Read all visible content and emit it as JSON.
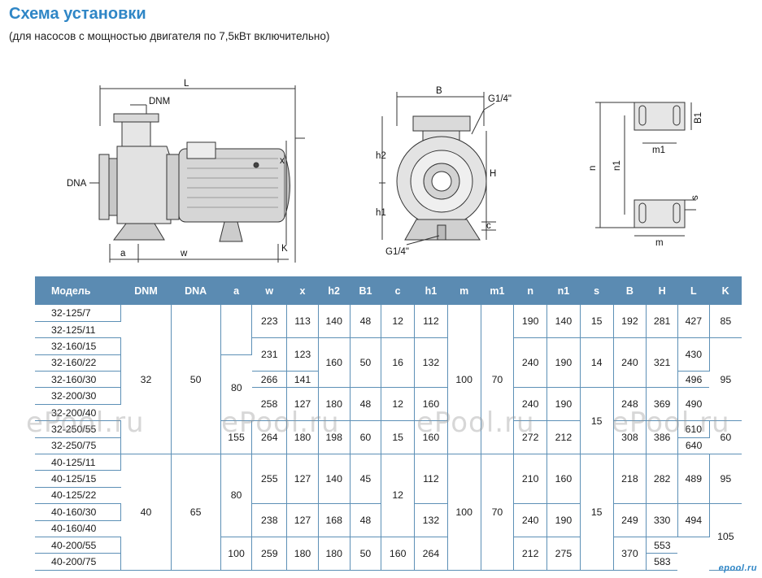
{
  "title": "Схема установки",
  "subtitle": "(для насосов с мощностью двигателя по 7,5кВт включительно)",
  "drawing_labels": {
    "L": "L",
    "DNM": "DNM",
    "DNA": "DNA",
    "x": "x",
    "a": "a",
    "w": "w",
    "K": "K",
    "B": "B",
    "G14_top": "G1/4\"",
    "G14_bottom": "G1/4\"",
    "h2": "h2",
    "H": "H",
    "h1": "h1",
    "c": "c",
    "B1": "B1",
    "m1": "m1",
    "n": "n",
    "n1": "n1",
    "s": "s",
    "m": "m"
  },
  "table": {
    "headers": [
      "Модель",
      "DNM",
      "DNA",
      "a",
      "w",
      "x",
      "h2",
      "B1",
      "c",
      "h1",
      "m",
      "m1",
      "n",
      "n1",
      "s",
      "B",
      "H",
      "L",
      "K"
    ],
    "rows": [
      [
        {
          "text": "32-125/7"
        },
        {
          "text": "32",
          "rs": 9
        },
        {
          "text": "50",
          "rs": 9
        },
        {
          "text": "",
          "rs": 3
        },
        {
          "text": "223",
          "rs": 2
        },
        {
          "text": "113",
          "rs": 2
        },
        {
          "text": "140",
          "rs": 2
        },
        {
          "text": "48",
          "rs": 2
        },
        {
          "text": "12",
          "rs": 2
        },
        {
          "text": "112",
          "rs": 2
        },
        {
          "text": "100",
          "rs": 9
        },
        {
          "text": "70",
          "rs": 9
        },
        {
          "text": "190",
          "rs": 2
        },
        {
          "text": "140",
          "rs": 2
        },
        {
          "text": "15",
          "rs": 2
        },
        {
          "text": "192",
          "rs": 2
        },
        {
          "text": "281",
          "rs": 2
        },
        {
          "text": "427",
          "rs": 2
        },
        {
          "text": "85",
          "rs": 2
        }
      ],
      [
        {
          "text": "32-125/11"
        }
      ],
      [
        {
          "text": "32-160/15"
        },
        {
          "text": "231",
          "rs": 2
        },
        {
          "text": "123",
          "rs": 2
        },
        {
          "text": "160",
          "rs": 3
        },
        {
          "text": "50",
          "rs": 3
        },
        {
          "text": "16",
          "rs": 3
        },
        {
          "text": "132",
          "rs": 3
        },
        {
          "text": "240",
          "rs": 3
        },
        {
          "text": "190",
          "rs": 3
        },
        {
          "text": "14",
          "rs": 3
        },
        {
          "text": "240",
          "rs": 3
        },
        {
          "text": "321",
          "rs": 3
        },
        {
          "text": "430",
          "rs": 2
        },
        {
          "text": "95",
          "rs": 5
        }
      ],
      [
        {
          "text": "32-160/22"
        },
        {
          "text": "80",
          "rs": 4
        }
      ],
      [
        {
          "text": "32-160/30"
        },
        {
          "text": "266"
        },
        {
          "text": "141"
        },
        {
          "text": "496"
        }
      ],
      [
        {
          "text": "32-200/30"
        },
        {
          "text": "258",
          "rs": 2
        },
        {
          "text": "127",
          "rs": 2
        },
        {
          "text": "180",
          "rs": 2
        },
        {
          "text": "48",
          "rs": 2
        },
        {
          "text": "12",
          "rs": 2
        },
        {
          "text": "160",
          "rs": 2
        },
        {
          "text": "240",
          "rs": 2
        },
        {
          "text": "190",
          "rs": 2
        },
        {
          "text": "15",
          "rs": 4
        },
        {
          "text": "248",
          "rs": 2
        },
        {
          "text": "369",
          "rs": 2
        },
        {
          "text": "490",
          "rs": 2
        }
      ],
      [
        {
          "text": "32-200/40"
        }
      ],
      [
        {
          "text": "32-250/55"
        },
        {
          "text": "155",
          "rs": 2
        },
        {
          "text": "264",
          "rs": 2
        },
        {
          "text": "180",
          "rs": 2
        },
        {
          "text": "198",
          "rs": 2
        },
        {
          "text": "60",
          "rs": 2
        },
        {
          "text": "15",
          "rs": 2
        },
        {
          "text": "160",
          "rs": 2
        },
        {
          "text": "272",
          "rs": 2
        },
        {
          "text": "212",
          "rs": 2
        },
        {
          "text": "308",
          "rs": 2
        },
        {
          "text": "386",
          "rs": 2
        },
        {
          "text": "610"
        },
        {
          "text": "60",
          "rs": 2
        }
      ],
      [
        {
          "text": "32-250/75"
        },
        {
          "text": "640"
        }
      ],
      [
        {
          "text": "40-125/11"
        },
        {
          "text": "40",
          "rs": 7
        },
        {
          "text": "65",
          "rs": 7
        },
        {
          "text": "80",
          "rs": 5
        },
        {
          "text": "255",
          "rs": 3
        },
        {
          "text": "127",
          "rs": 3
        },
        {
          "text": "140",
          "rs": 3
        },
        {
          "text": "45",
          "rs": 3
        },
        {
          "text": "12",
          "rs": 5
        },
        {
          "text": "112",
          "rs": 3
        },
        {
          "text": "100",
          "rs": 7
        },
        {
          "text": "70",
          "rs": 7
        },
        {
          "text": "210",
          "rs": 3
        },
        {
          "text": "160",
          "rs": 3
        },
        {
          "text": "15",
          "rs": 7
        },
        {
          "text": "218",
          "rs": 3
        },
        {
          "text": "282",
          "rs": 3
        },
        {
          "text": "489",
          "rs": 3
        },
        {
          "text": "95",
          "rs": 3
        }
      ],
      [
        {
          "text": "40-125/15"
        }
      ],
      [
        {
          "text": "40-125/22"
        }
      ],
      [
        {
          "text": "40-160/30"
        },
        {
          "text": "238",
          "rs": 2
        },
        {
          "text": "127",
          "rs": 2
        },
        {
          "text": "168",
          "rs": 2
        },
        {
          "text": "48",
          "rs": 2
        },
        {
          "text": "132",
          "rs": 2
        },
        {
          "text": "240",
          "rs": 2
        },
        {
          "text": "190",
          "rs": 2
        },
        {
          "text": "249",
          "rs": 2
        },
        {
          "text": "330",
          "rs": 2
        },
        {
          "text": "494",
          "rs": 2
        },
        {
          "text": "105",
          "rs": 4
        }
      ],
      [
        {
          "text": "40-160/40"
        }
      ],
      [
        {
          "text": "40-200/55"
        },
        {
          "text": "100",
          "rs": 2
        },
        {
          "text": "259",
          "rs": 2
        },
        {
          "text": "180",
          "rs": 2
        },
        {
          "text": "180",
          "rs": 2
        },
        {
          "text": "50",
          "rs": 2
        },
        {
          "text": "160",
          "rs": 2
        },
        {
          "text": "264",
          "rs": 2
        },
        {
          "text": "212",
          "rs": 2
        },
        {
          "text": "275",
          "rs": 2
        },
        {
          "text": "370",
          "rs": 2
        },
        {
          "text": "553"
        }
      ],
      [
        {
          "text": "40-200/75"
        },
        {
          "text": "583"
        }
      ]
    ]
  },
  "watermark_text": "ePool.ru",
  "corner_logo": "epool.ru"
}
